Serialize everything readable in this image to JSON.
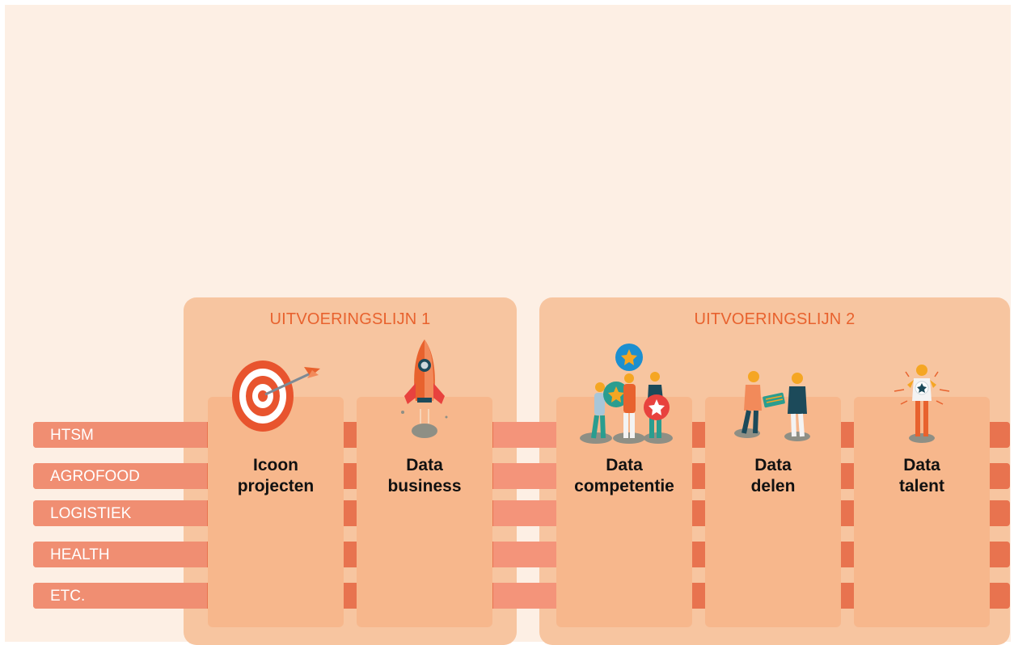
{
  "groups": [
    {
      "title": "UITVOERINGSLIJN 1"
    },
    {
      "title": "UITVOERINGSLIJN 2"
    }
  ],
  "rows": [
    {
      "label": "HTSM"
    },
    {
      "label": "AGROFOOD"
    },
    {
      "label": "LOGISTIEK"
    },
    {
      "label": "HEALTH"
    },
    {
      "label": "ETC."
    }
  ],
  "cards": [
    {
      "line1": "Icoon",
      "line2": "projecten",
      "icon": "target-icon"
    },
    {
      "line1": "Data",
      "line2": "business",
      "icon": "rocket-icon"
    },
    {
      "line1": "Data",
      "line2": "competentie",
      "icon": "people-stars-icon"
    },
    {
      "line1": "Data",
      "line2": "delen",
      "icon": "handshake-data-icon"
    },
    {
      "line1": "Data",
      "line2": "talent",
      "icon": "talent-person-icon"
    }
  ],
  "colors": {
    "accent": "#e8622e",
    "band": "#e8734f",
    "card": "#f7b78c",
    "group": "#f7c5a0",
    "background": "#fdefe4"
  }
}
